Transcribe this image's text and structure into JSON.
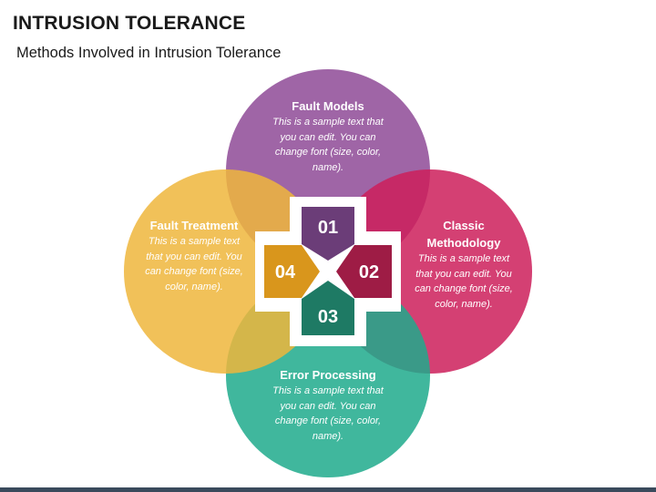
{
  "header": {
    "title": "INTRUSION TOLERANCE",
    "subtitle": "Methods Involved in Intrusion Tolerance"
  },
  "colors": {
    "top": "#8e4a97",
    "right": "#cc1f5a",
    "bottom": "#1faa8c",
    "left": "#efb63c",
    "num_top": "#6b3d78",
    "num_right": "#9e1c45",
    "num_bottom": "#1e7a64",
    "num_left": "#d9961c"
  },
  "petals": {
    "top": {
      "title": "Fault Models",
      "body": "This is a sample text that you can edit. You can change font (size, color, name)."
    },
    "right": {
      "title": "Classic Methodology",
      "body": "This is a sample text that you can edit. You can change font (size, color, name)."
    },
    "bottom": {
      "title": "Error Processing",
      "body": "This is a sample text that you can edit. You can change font (size, color, name)."
    },
    "left": {
      "title": "Fault Treatment",
      "body": "This is a sample text that you can edit. You can change font (size, color, name)."
    }
  },
  "numbers": {
    "n1": "01",
    "n2": "02",
    "n3": "03",
    "n4": "04"
  }
}
